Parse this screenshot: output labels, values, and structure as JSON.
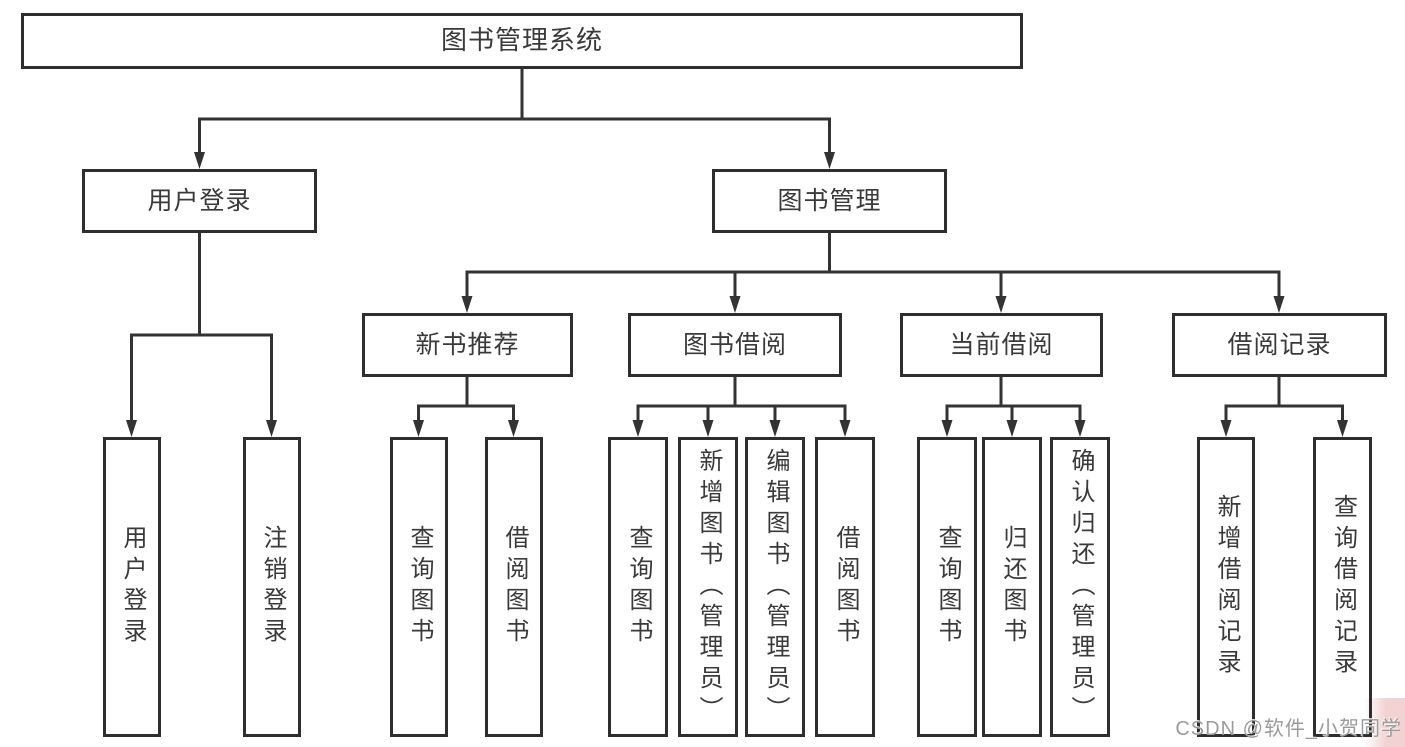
{
  "diagram": {
    "root": {
      "label": "图书管理系统"
    },
    "branches": [
      {
        "label": "用户登录",
        "children": [
          {
            "label": "用户登录"
          },
          {
            "label": "注销登录"
          }
        ]
      },
      {
        "label": "图书管理",
        "children": [
          {
            "label": "新书推荐",
            "children": [
              {
                "label": "查询图书"
              },
              {
                "label": "借阅图书"
              }
            ]
          },
          {
            "label": "图书借阅",
            "children": [
              {
                "label": "查询图书"
              },
              {
                "label": "新增图书（管理员）"
              },
              {
                "label": "编辑图书（管理员）"
              },
              {
                "label": "借阅图书"
              }
            ]
          },
          {
            "label": "当前借阅",
            "children": [
              {
                "label": "查询图书"
              },
              {
                "label": "归还图书"
              },
              {
                "label": "确认归还（管理员）"
              }
            ]
          },
          {
            "label": "借阅记录",
            "children": [
              {
                "label": "新增借阅记录"
              },
              {
                "label": "查询借阅记录"
              }
            ]
          }
        ]
      }
    ]
  },
  "watermark": {
    "text": "CSDN @软件_小贺同学"
  },
  "colors": {
    "background": "#ffffff",
    "line": "#333333",
    "box_border": "#2e2e2e",
    "text": "#3a3a3a",
    "watermark_text": "#9b9b9b",
    "corner_highlight": "#f2d2d2"
  }
}
